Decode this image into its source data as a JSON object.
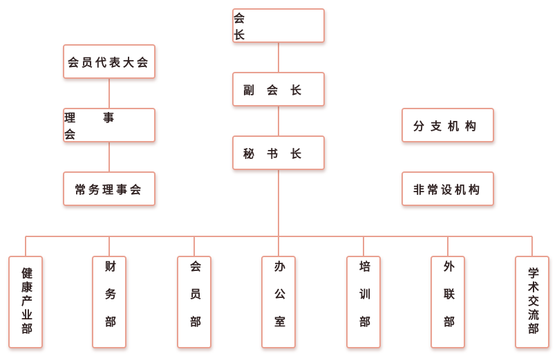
{
  "colors": {
    "border": "#e9a090",
    "connector": "#e9a090",
    "text": "#2e2020"
  },
  "leadership": {
    "president": "会　长",
    "vice_president": "副会长",
    "secretary_general": "秘书长"
  },
  "governance": {
    "members_congress": "会员代表大会",
    "council": "理事会",
    "standing_council": "常务理事会"
  },
  "branches": {
    "branch_offices": "分支机构",
    "non_standing": "非常设机构"
  },
  "departments": [
    {
      "id": "health-industry",
      "label": "健康产业部"
    },
    {
      "id": "finance",
      "label": "财务部"
    },
    {
      "id": "membership",
      "label": "会员部"
    },
    {
      "id": "office",
      "label": "办公室"
    },
    {
      "id": "training",
      "label": "培训部"
    },
    {
      "id": "external",
      "label": "外联部"
    },
    {
      "id": "academic",
      "label": "学术交流部"
    }
  ]
}
